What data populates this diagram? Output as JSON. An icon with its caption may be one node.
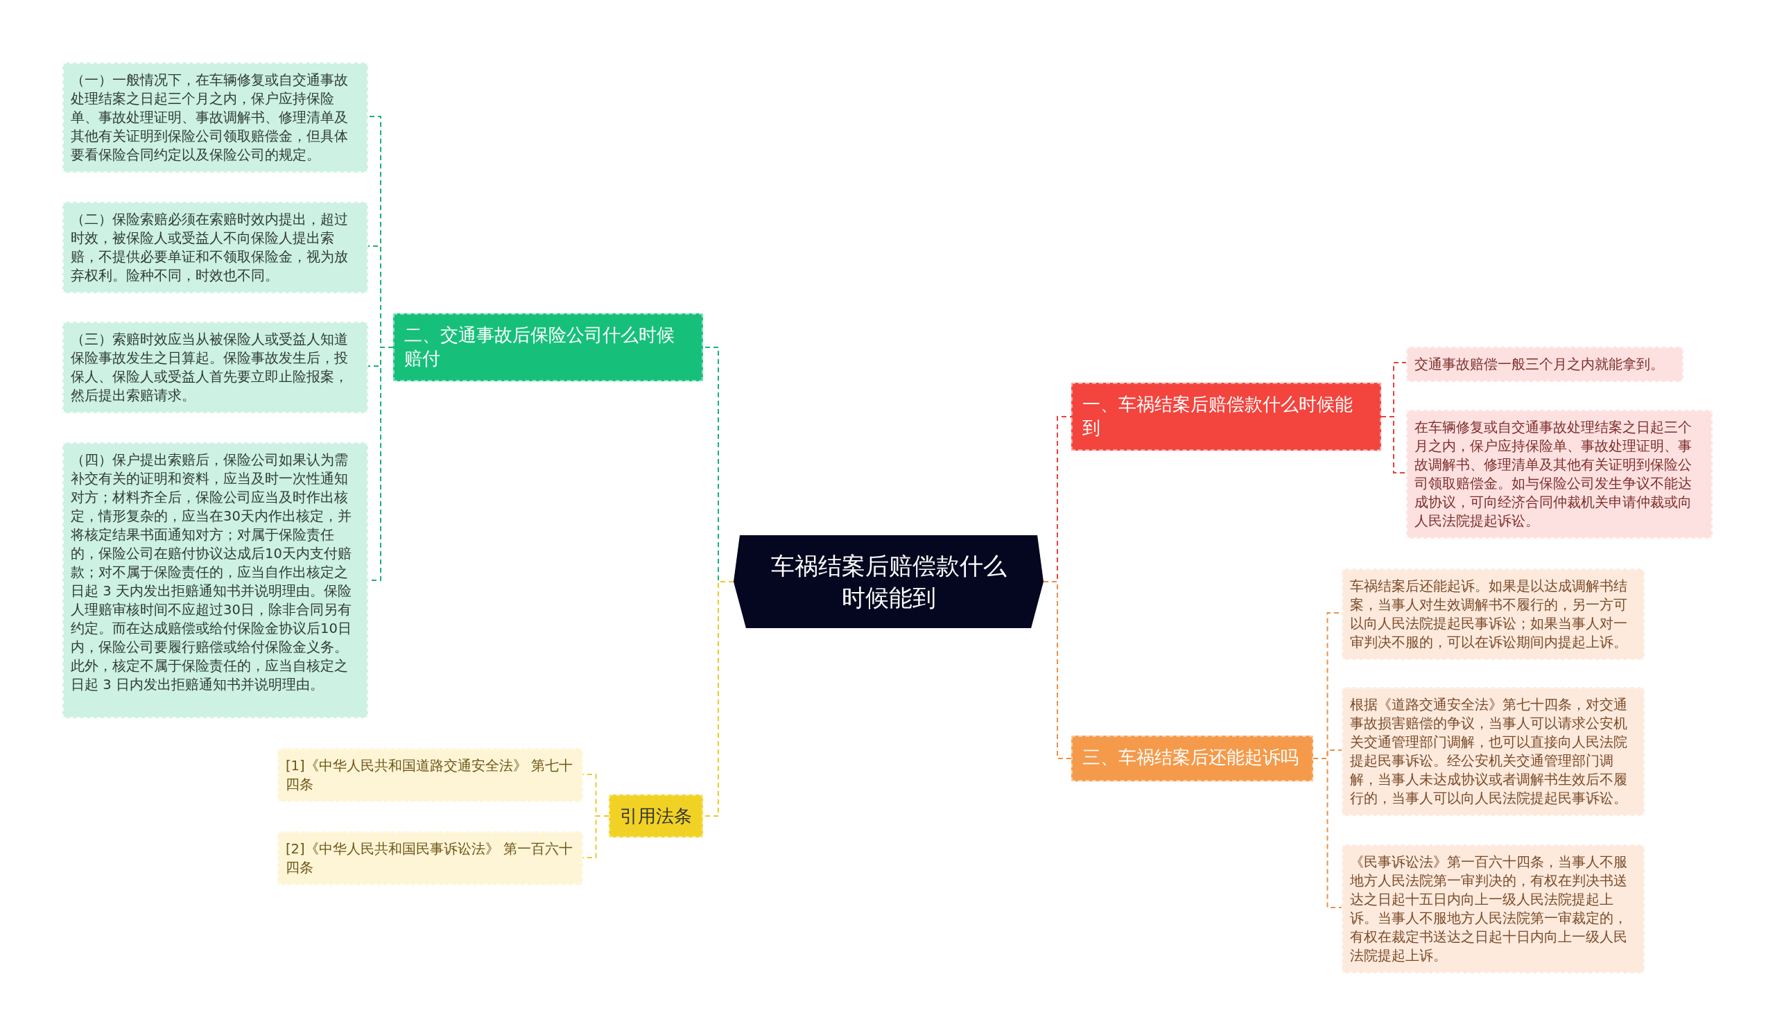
{
  "diagram": {
    "nodes": [
      {
        "text": [
          "车祸结案后赔偿款什么时候能到"
        ]
      },
      {
        "text": [
          "一、车祸结案后赔偿款什么时候能到"
        ]
      },
      {
        "text": [
          "交通事故赔偿一般三个月之内就能拿到。"
        ]
      },
      {
        "text": [
          "在车辆修复或自交通事故处理结案之日起三个月之内，保户应持保险单、事故处理证明、事故调解书、修理清单及其他有关证明到保险公司领取赔偿金。如与保险公司发生争议不能达成协议，可向经济合同仲裁机关申请仲裁或向人民法院提起诉讼。"
        ]
      },
      {
        "text": [
          "三、车祸结案后还能起诉吗"
        ]
      },
      {
        "text": [
          "车祸结案后还能起诉。如果是以达成调解书结案，当事人对生效调解书不履行的，另一方可以向人民法院提起民事诉讼；如果当事人对一审判决不服的，可以在诉讼期间内提起上诉。"
        ]
      },
      {
        "text": [
          "根据《道路交通安全法》第七十四条，对交通事故损害赔偿的争议，当事人可以请求公安机关交通管理部门调解，也可以直接向人民法院提起民事诉讼。经公安机关交通管理部门调解，当事人未达成协议或者调解书生效后不履行的，当事人可以向人民法院提起民事诉讼。"
        ]
      },
      {
        "text": [
          "《民事诉讼法》第一百六十四条，当事人不服地方人民法院第一审判决的，有权在判决书送达之日起十五日内向上一级人民法院提起上诉。当事人不服地方人民法院第一审裁定的，有权在裁定书送达之日起十日内向上一级人民法院提起上诉。"
        ]
      },
      {
        "text": [
          "二、交通事故后保险公司什么时候赔付"
        ]
      },
      {
        "text": [
          "（一）一般情况下，在车辆修复或自交通事故处理结案之日起三个月之内，保户应持保险单、事故处理证明、事故调解书、修理清单及其他有关证明到保险公司领取赔偿金，但具体要看保险合同约定以及保险公司的规定。"
        ]
      },
      {
        "text": [
          "（二）保险索赔必须在索赔时效内提出，超过时效，被保险人或受益人不向保险人提出索赔，不提供必要单证和不领取保险金，视为放弃权利。险种不同，时效也不同。"
        ]
      },
      {
        "text": [
          "（三）索赔时效应当从被保险人或受益人知道保险事故发生之日算起。保险事故发生后，投保人、保险人或受益人首先要立即止险报案，然后提出索赔请求。"
        ]
      },
      {
        "text": [
          "（四）保户提出索赔后，保险公司如果认为需补交有关的证明和资料，应当及时一次性通知对方；材料齐全后，保险公司应当及时作出核定，情形复杂的，应当在30天内作出核定，并将核定结果书面通知对方；对属于保险责任的，保险公司在赔付协议达成后10天内支付赔款；对不属于保险责任的，应当自作出核定之日起 3 天内发出拒赔通知书并说明理由。保险人理赔审核时间不应超过30日，除非合同另有约定。而在达成赔偿或给付保险金协议后10日内，保险公司要履行赔偿或给付保险金义务。此外，核定不属于保险责任的，应当自核定之日起 3 日内发出拒赔通知书并说明理由。"
        ]
      },
      {
        "text": [
          "引用法条"
        ]
      },
      {
        "text": [
          "[1]《中华人民共和国道路交通安全法》 第七十四条"
        ]
      },
      {
        "text": [
          "[2]《中华人民共和国民事诉讼法》 第一百六十四条"
        ]
      }
    ],
    "edges": [
      {
        "from": 0,
        "to": 1,
        "arrow": "none",
        "color": "#e8413c"
      },
      {
        "from": 1,
        "to": 2,
        "arrow": "none",
        "color": "#e8413c"
      },
      {
        "from": 1,
        "to": 3,
        "arrow": "none",
        "color": "#e8413c"
      },
      {
        "from": 0,
        "to": 4,
        "arrow": "none",
        "color": "#ee8f45"
      },
      {
        "from": 4,
        "to": 5,
        "arrow": "none",
        "color": "#ee8f45"
      },
      {
        "from": 4,
        "to": 6,
        "arrow": "none",
        "color": "#ee8f45"
      },
      {
        "from": 4,
        "to": 7,
        "arrow": "none",
        "color": "#ee8f45"
      },
      {
        "from": 0,
        "to": 8,
        "arrow": "none",
        "color": "#19b374"
      },
      {
        "from": 8,
        "to": 9,
        "arrow": "none",
        "color": "#19b374"
      },
      {
        "from": 8,
        "to": 10,
        "arrow": "none",
        "color": "#19b374"
      },
      {
        "from": 8,
        "to": 11,
        "arrow": "none",
        "color": "#19b374"
      },
      {
        "from": 8,
        "to": 12,
        "arrow": "none",
        "color": "#19b374"
      },
      {
        "from": 0,
        "to": 13,
        "arrow": "none",
        "color": "#ecc92a"
      },
      {
        "from": 13,
        "to": 14,
        "arrow": "none",
        "color": "#ecc92a"
      },
      {
        "from": 13,
        "to": 15,
        "arrow": "none",
        "color": "#ecc92a"
      }
    ]
  }
}
